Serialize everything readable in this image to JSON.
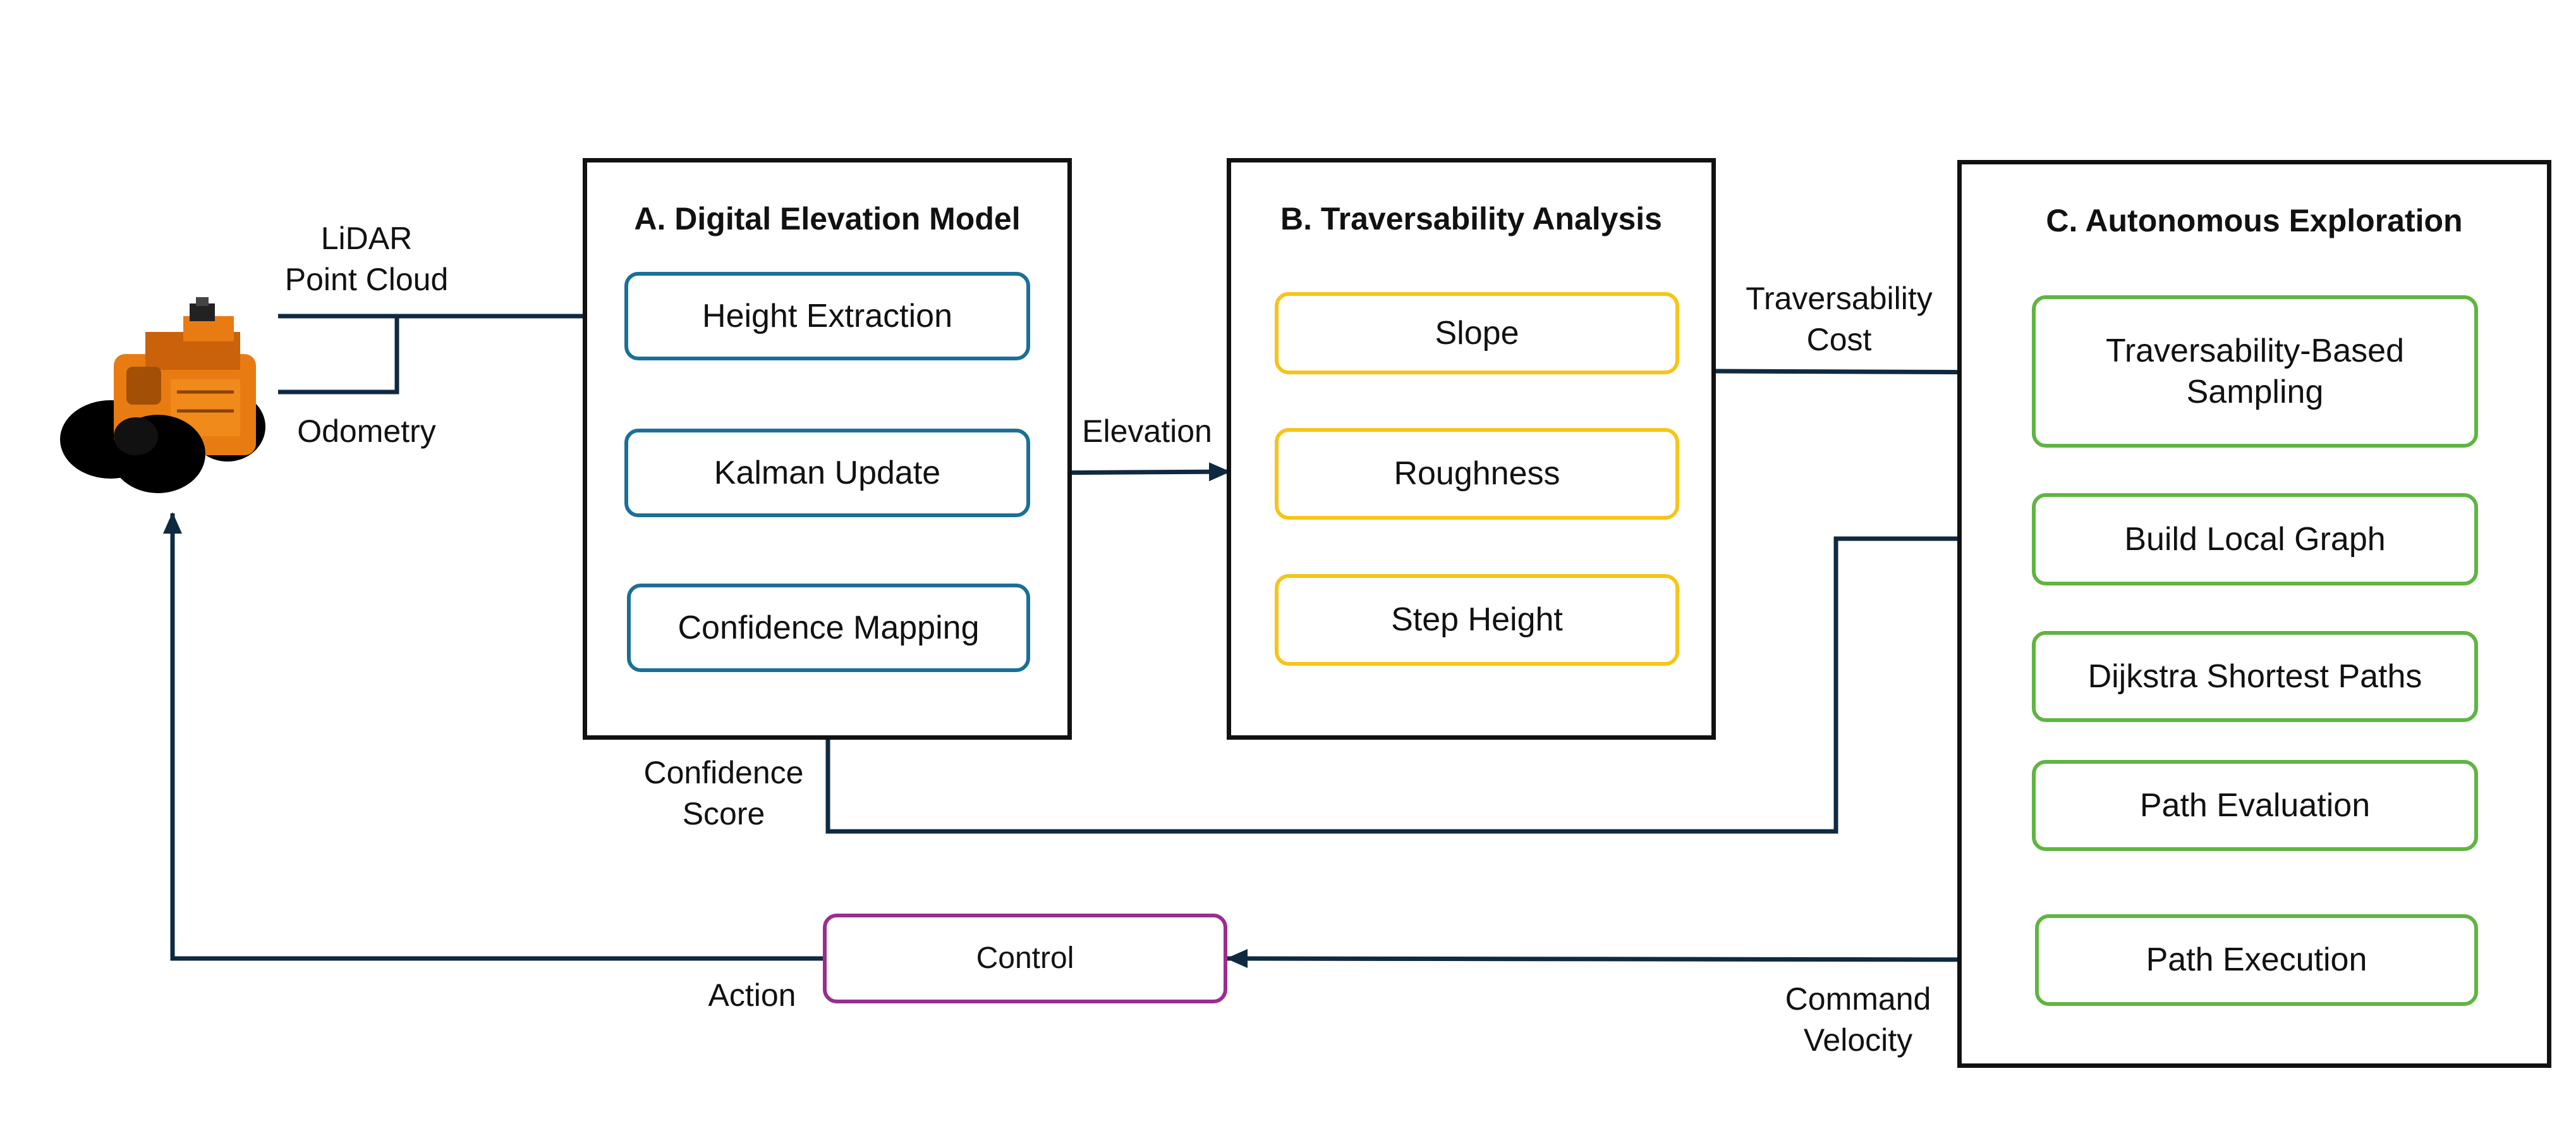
{
  "colors": {
    "line": "#0f2a40",
    "blue": "#1b6f98",
    "yellow": "#f5c518",
    "green": "#5fb540",
    "green_connector": "#3b7d25",
    "purple": "#9b2d8f",
    "robot_body": "#e87c12"
  },
  "robot": {
    "icon": "robot-icon"
  },
  "inputs": {
    "lidar": "LiDAR\nPoint Cloud",
    "odometry": "Odometry"
  },
  "panel_a": {
    "title": "A. Digital Elevation Model",
    "height_extraction": "Height Extraction",
    "kalman_update": "Kalman Update",
    "confidence_mapping": "Confidence Mapping"
  },
  "panel_b": {
    "title": "B. Traversability Analysis",
    "slope": "Slope",
    "roughness": "Roughness",
    "step_height": "Step Height"
  },
  "panel_c": {
    "title": "C. Autonomous Exploration",
    "sampling": "Traversability-Based\nSampling",
    "build_graph": "Build Local Graph",
    "dijkstra": "Dijkstra Shortest Paths",
    "path_evaluation": "Path Evaluation",
    "path_execution": "Path Execution"
  },
  "control": {
    "label": "Control"
  },
  "edge_labels": {
    "elevation": "Elevation",
    "traversability_cost": "Traversability\nCost",
    "confidence_score": "Confidence\nScore",
    "command_velocity": "Command\nVelocity",
    "action": "Action"
  }
}
